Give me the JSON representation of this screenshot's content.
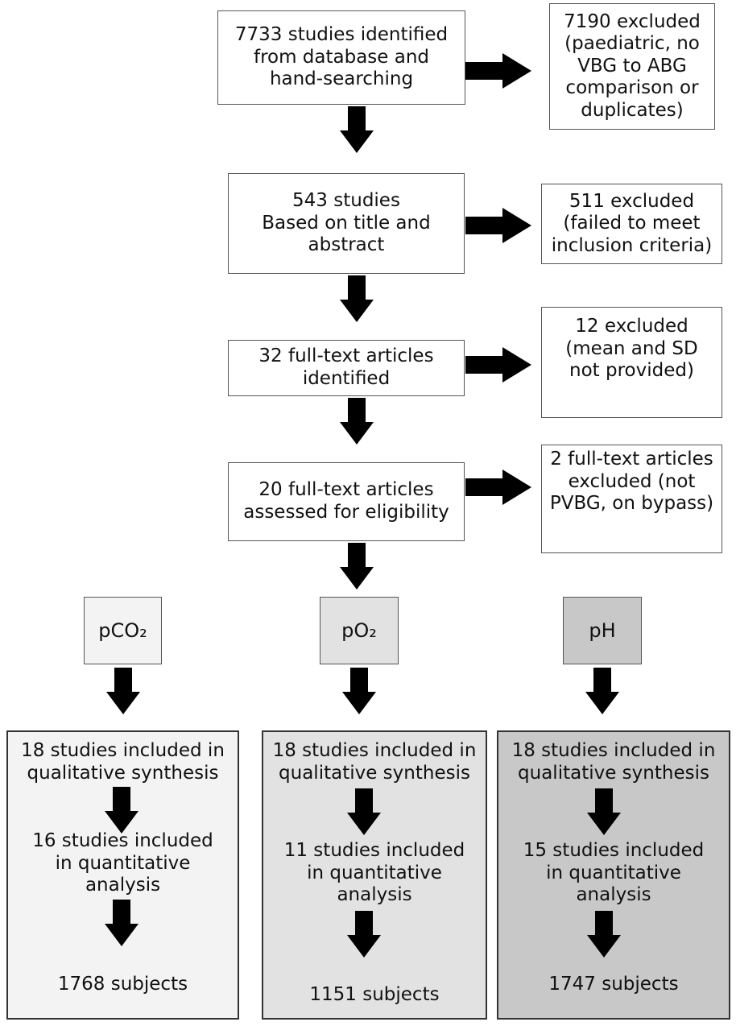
{
  "main_steps": [
    {
      "lines": [
        "7733 studies identified",
        "from database and",
        "hand-searching"
      ]
    },
    {
      "lines": [
        "543 studies",
        "Based on title and",
        "abstract"
      ]
    },
    {
      "lines": [
        "32 full-text articles",
        "identified"
      ]
    },
    {
      "lines": [
        "20 full-text articles",
        "assessed for eligibility"
      ]
    }
  ],
  "exclusions": [
    {
      "lines": [
        "7190 excluded",
        "(paediatric, no",
        "VBG to ABG",
        "comparison or",
        "duplicates)"
      ]
    },
    {
      "lines": [
        "511 excluded",
        "(failed to meet",
        "inclusion criteria)"
      ]
    },
    {
      "lines": [
        "12 excluded",
        "(mean and SD",
        "not provided)"
      ]
    },
    {
      "lines": [
        "2 full-text articles",
        "excluded (not",
        "PVBG, on bypass)"
      ]
    }
  ],
  "parameters": [
    {
      "label": "pCO₂",
      "fill": "#f3f3f3",
      "qualitative": [
        "18 studies included in",
        "qualitative synthesis"
      ],
      "quantitative": [
        "16 studies included",
        "in quantitative",
        "analysis"
      ],
      "subjects": "1768 subjects"
    },
    {
      "label": "pO₂",
      "fill": "#e2e2e2",
      "qualitative": [
        "18 studies included in",
        "qualitative synthesis"
      ],
      "quantitative": [
        "11 studies included",
        "in quantitative",
        "analysis"
      ],
      "subjects": "1151 subjects"
    },
    {
      "label": "pH",
      "fill": "#c8c8c8",
      "qualitative": [
        "18 studies included in",
        "qualitative synthesis"
      ],
      "quantitative": [
        "15 studies included",
        "in quantitative",
        "analysis"
      ],
      "subjects": "1747 subjects"
    }
  ]
}
